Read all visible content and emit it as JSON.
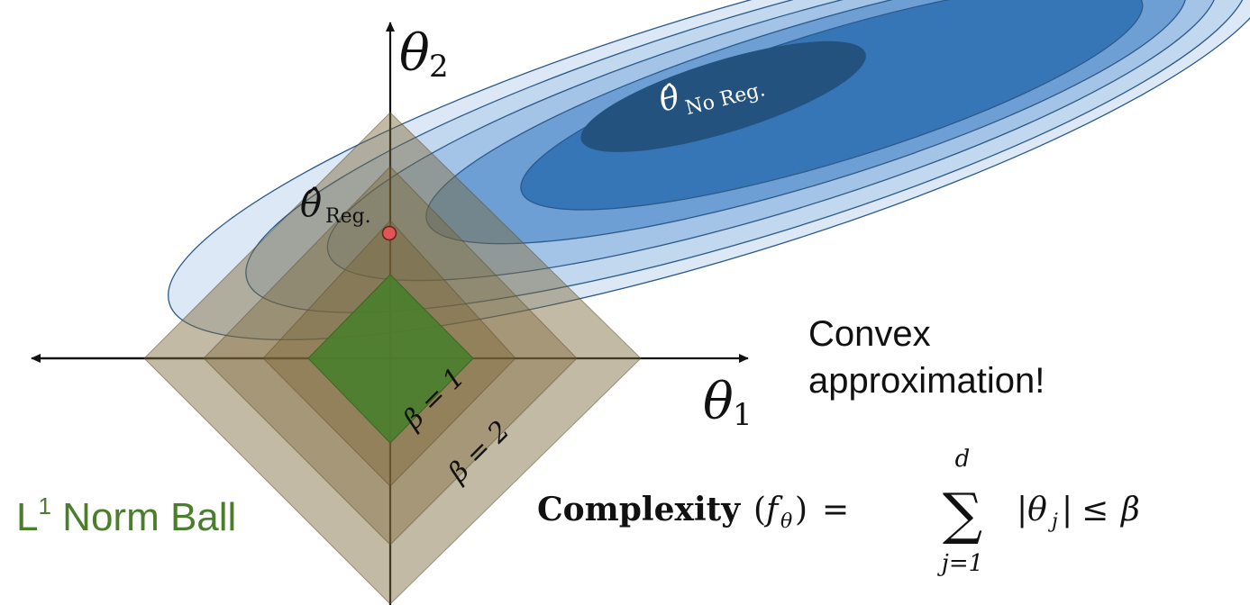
{
  "colors": {
    "contour_outer": "#dce8f5",
    "contour_2": "#c2d8ee",
    "contour_3": "#a3c4e6",
    "contour_4": "#6d9fd4",
    "contour_5": "#3676b6",
    "contour_inner": "#24527e",
    "contour_line": "#2a5a8a",
    "ball_fill": "#7a6537",
    "ball_inner": "#4a7e2c",
    "point": "#e05555",
    "note_text": "#111111",
    "ball_label_text": "#4a7e2c"
  },
  "axes": {
    "x_label": "θ",
    "x_sub": "1",
    "y_label": "θ",
    "y_sub": "2"
  },
  "unreg_estimate": {
    "symbol": "θ̂",
    "sub": "No Reg."
  },
  "reg_estimate": {
    "symbol": "θ̂",
    "sub": "Reg."
  },
  "balls": [
    {
      "beta_label": "β = 1"
    },
    {
      "beta_label": "β = 2"
    }
  ],
  "note": {
    "line1": "Convex",
    "line2": "approximation!"
  },
  "ball_label": {
    "prefix": "L",
    "sup": "1",
    "suffix": " Norm Ball"
  },
  "formula": {
    "name": "Complexity",
    "arg_open": "(",
    "f": "f",
    "f_sub": "θ",
    "arg_close": ")",
    "eq": "=",
    "sum_top": "d",
    "sum_bottom": "j=1",
    "sigma": "∑",
    "term": "|θ",
    "term_sub": "j",
    "term_end": "|",
    "leq": "≤",
    "beta": "β"
  }
}
